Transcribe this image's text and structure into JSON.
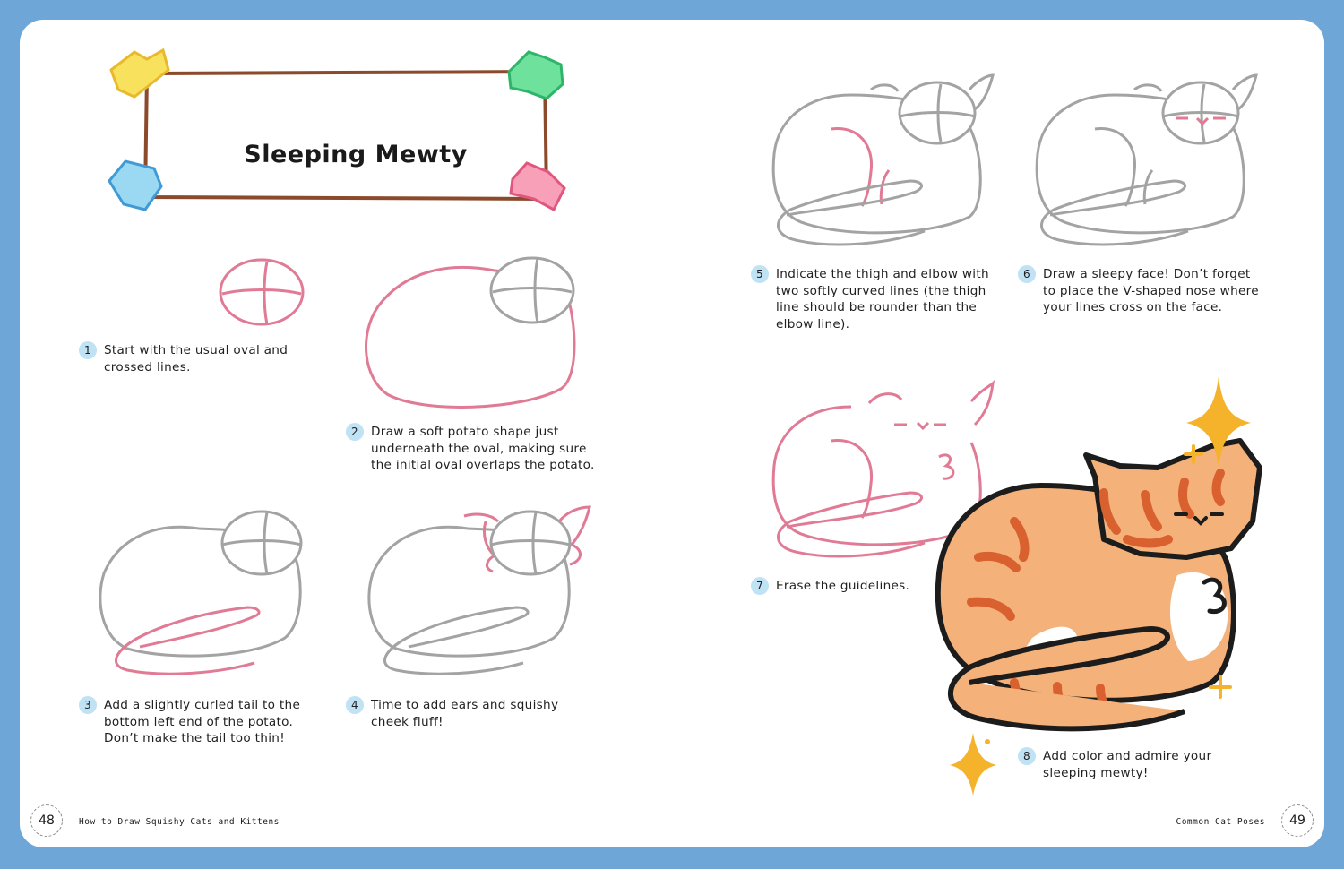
{
  "title": "Sleeping Mewty",
  "steps": [
    {
      "num": "1",
      "text": "Start with the usual oval and\ncrossed lines."
    },
    {
      "num": "2",
      "text": "Draw a soft potato shape just\nunderneath the oval, making sure\nthe initial oval overlaps the potato."
    },
    {
      "num": "3",
      "text": "Add a slightly curled tail to the\nbottom left end of the potato.\nDon’t make the tail too thin!"
    },
    {
      "num": "4",
      "text": "Time to add ears and squishy\ncheek fluff!"
    },
    {
      "num": "5",
      "text": "Indicate the thigh and elbow with\ntwo softly curved lines (the thigh\nline should be rounder than the\nelbow line)."
    },
    {
      "num": "6",
      "text": "Draw a sleepy face! Don’t forget\nto place the V-shaped nose where\nyour lines cross on the face."
    },
    {
      "num": "7",
      "text": "Erase the guidelines."
    },
    {
      "num": "8",
      "text": "Add color and admire your\nsleeping mewty!"
    }
  ],
  "footer": {
    "left_page_number": "48",
    "left_running_head": "How to Draw Squishy Cats and Kittens",
    "right_running_head": "Common Cat Poses",
    "right_page_number": "49"
  },
  "colors": {
    "background_border": "#6ea6d8",
    "page": "#ffffff",
    "guide_pink": "#e07a95",
    "guide_gray": "#a3a3a3",
    "step_badge": "#bfe2f4",
    "cat_orange": "#f2a868",
    "cat_stripes": "#d9602f",
    "sparkle": "#f4b32a"
  }
}
